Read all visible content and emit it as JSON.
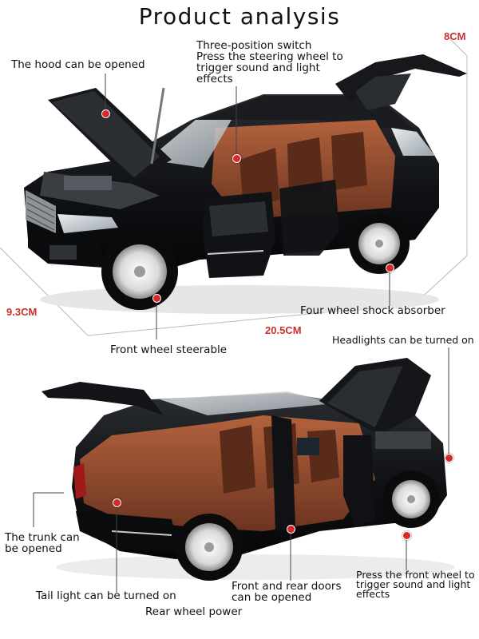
{
  "title": "Product analysis",
  "dimensions": {
    "height": "8CM",
    "width": "9.3CM",
    "length": "20.5CM"
  },
  "labels": {
    "hood": "The hood can be opened",
    "switch_line1": "Three-position switch",
    "switch_line2": "Press the steering wheel to",
    "switch_line3": "trigger sound and light",
    "switch_line4": "effects",
    "shock": "Four wheel shock absorber",
    "front_wheel": "Front wheel steerable",
    "headlights": "Headlights can be turned on",
    "trunk_line1": "The trunk can",
    "trunk_line2": "be opened",
    "tail_light": "Tail light can be turned on",
    "rear_wheel": "Rear wheel power",
    "doors_line1": "Front and rear doors",
    "doors_line2": "can be opened",
    "press_line1": "Press the front wheel to",
    "press_line2": "trigger sound and light",
    "press_line3": "effects"
  },
  "colors": {
    "car_body": "#111316",
    "interior": "#8a4a2e",
    "marker": "#d62a2a",
    "dimension_text": "#c8322b"
  }
}
